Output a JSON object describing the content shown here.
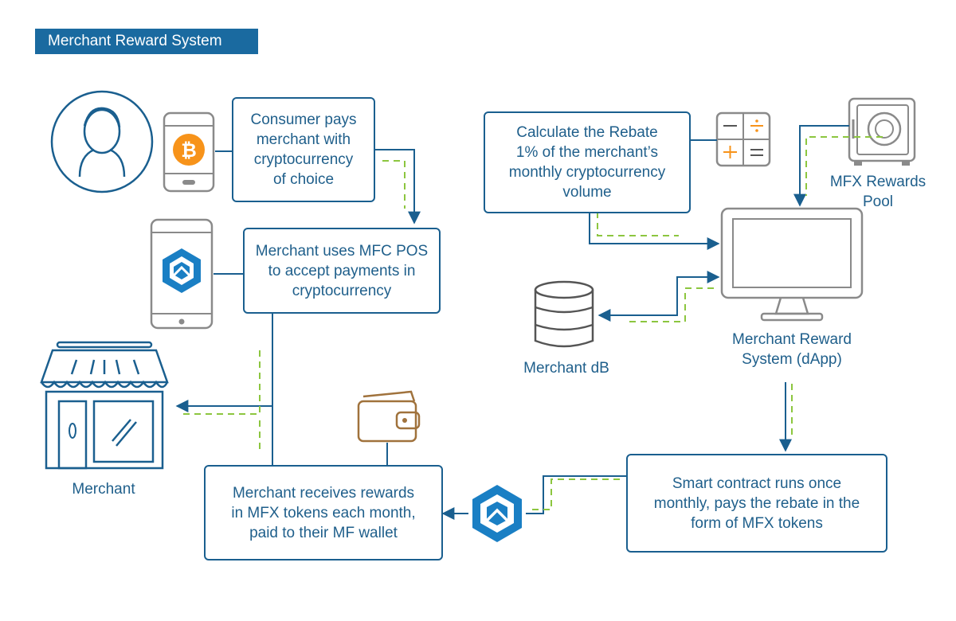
{
  "header": {
    "title": "Merchant Reward System"
  },
  "boxes": {
    "consumer_pays": "Consumer pays\nmerchant with\ncryptocurrency\nof choice",
    "merchant_pos": "Merchant uses MFC POS\nto accept payments in\ncryptocurrency",
    "calculate_rebate": "Calculate the Rebate\n1% of the merchant’s\nmonthly cryptocurrency\nvolume",
    "smart_contract": "Smart contract runs once\nmonthly, pays the rebate in the\nform of MFX tokens",
    "merchant_receives": "Merchant receives rewards\nin MFX tokens each month,\npaid to their MF wallet"
  },
  "labels": {
    "rewards_pool": "MFX Rewards\nPool",
    "reward_system": "Merchant Reward\nSystem (dApp)",
    "merchant_db": "Merchant dB",
    "merchant": "Merchant"
  },
  "icons": {
    "consumer": "user-headset-icon",
    "phone_bitcoin": "phone-bitcoin-icon",
    "phone_pos": "phone-pos-icon",
    "calculator": "calculator-icon",
    "safe": "safe-icon",
    "computer": "computer-monitor-icon",
    "database": "database-icon",
    "store": "storefront-icon",
    "wallet": "wallet-icon",
    "token": "mfx-token-icon"
  },
  "colors": {
    "primary": "#1a5f8f",
    "title_bg": "#1a6aa0",
    "accent_green": "#8cc63f",
    "bitcoin_orange": "#f7931a",
    "wallet_brown": "#a0723c",
    "gray": "#8a8a8a"
  }
}
